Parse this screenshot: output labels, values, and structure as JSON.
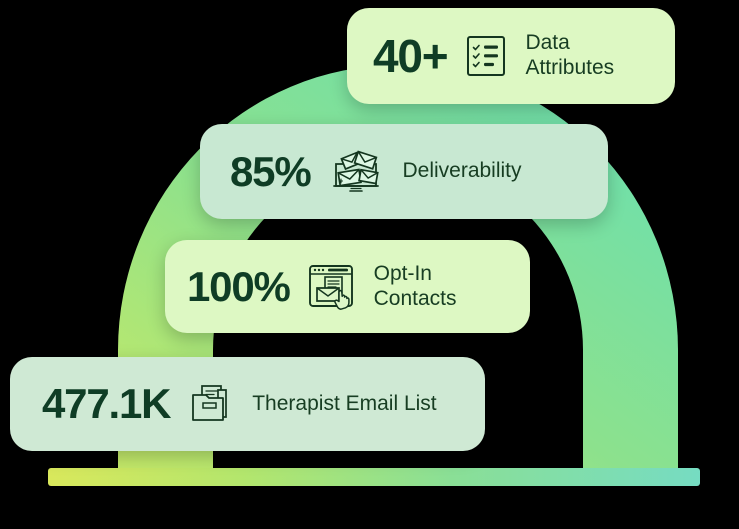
{
  "graphic": {
    "type": "stat-arch-infographic",
    "background_color": "#000000",
    "arch": {
      "name": "arch-ring",
      "gradient_from": "#c9e96b",
      "gradient_mid": "#8fe08e",
      "gradient_to": "#6fe0b8"
    },
    "base_bar": {
      "name": "base-gradient-bar",
      "gradient_from": "#d6e85e",
      "gradient_mid": "#96e08e",
      "gradient_to": "#78dcc0"
    }
  },
  "cards": [
    {
      "id": "data-attributes",
      "stat": "40+",
      "icon": "checklist-icon",
      "label": "Data\nAttributes",
      "background": "#ddf8c3",
      "text_color": "#0f3d25"
    },
    {
      "id": "deliverability",
      "stat": "85%",
      "icon": "monitor-envelopes-icon",
      "label": "Deliverability",
      "background": "#c8e8d2",
      "text_color": "#0f3d25"
    },
    {
      "id": "optin-contacts",
      "stat": "100%",
      "icon": "browser-envelope-click-icon",
      "label": "Opt-In\nContacts",
      "background": "#ddf8c3",
      "text_color": "#0f3d25"
    },
    {
      "id": "therapist-email-list",
      "stat": "477.1K",
      "icon": "folder-files-icon",
      "label": "Therapist Email List",
      "background": "#cfe9d4",
      "text_color": "#0f3d25"
    }
  ]
}
